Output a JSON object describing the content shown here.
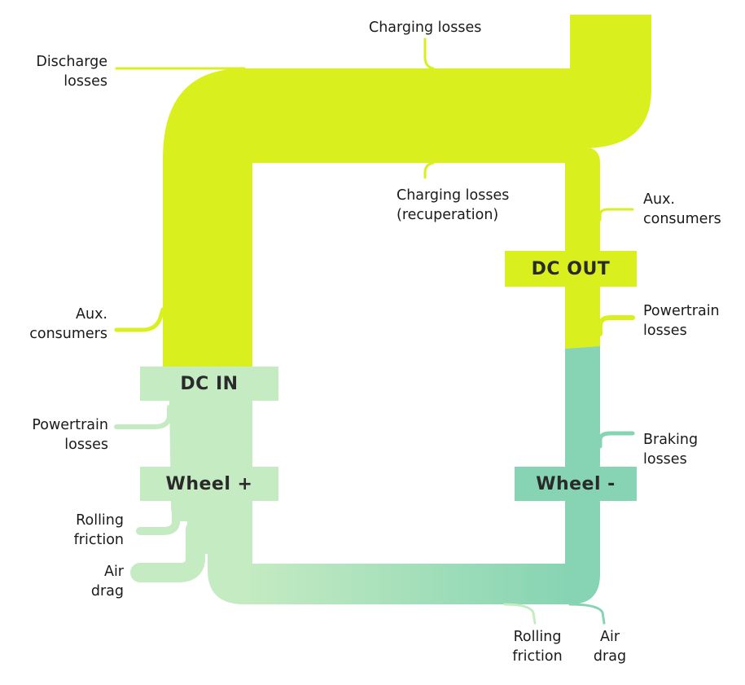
{
  "colors": {
    "energy": "#d9f01e",
    "drive": "#c5ebc2",
    "drive_dark": "#86d4b3",
    "recup": "#86d4b3",
    "node_in": "#c5ebc2",
    "node_out": "#86d4b3"
  },
  "nodes": {
    "dc_in": "DC IN",
    "wheel_plus": "Wheel +",
    "dc_out": "DC OUT",
    "wheel_minus": "Wheel -"
  },
  "labels": {
    "charging_losses": "Charging losses",
    "discharge_losses": [
      "Discharge",
      "losses"
    ],
    "charging_losses_recup": [
      "Charging losses",
      "(recuperation)"
    ],
    "aux_right": [
      "Aux.",
      "consumers"
    ],
    "aux_left": [
      "Aux.",
      "consumers"
    ],
    "powertrain_right": [
      "Powertrain",
      "losses"
    ],
    "powertrain_left": [
      "Powertrain",
      "losses"
    ],
    "braking_losses": [
      "Braking",
      "losses"
    ],
    "rolling_friction_left": [
      "Rolling",
      "friction"
    ],
    "air_drag_left": [
      "Air",
      "drag"
    ],
    "rolling_friction_bottom": [
      "Rolling",
      "friction"
    ],
    "air_drag_bottom": [
      "Air",
      "drag"
    ]
  }
}
